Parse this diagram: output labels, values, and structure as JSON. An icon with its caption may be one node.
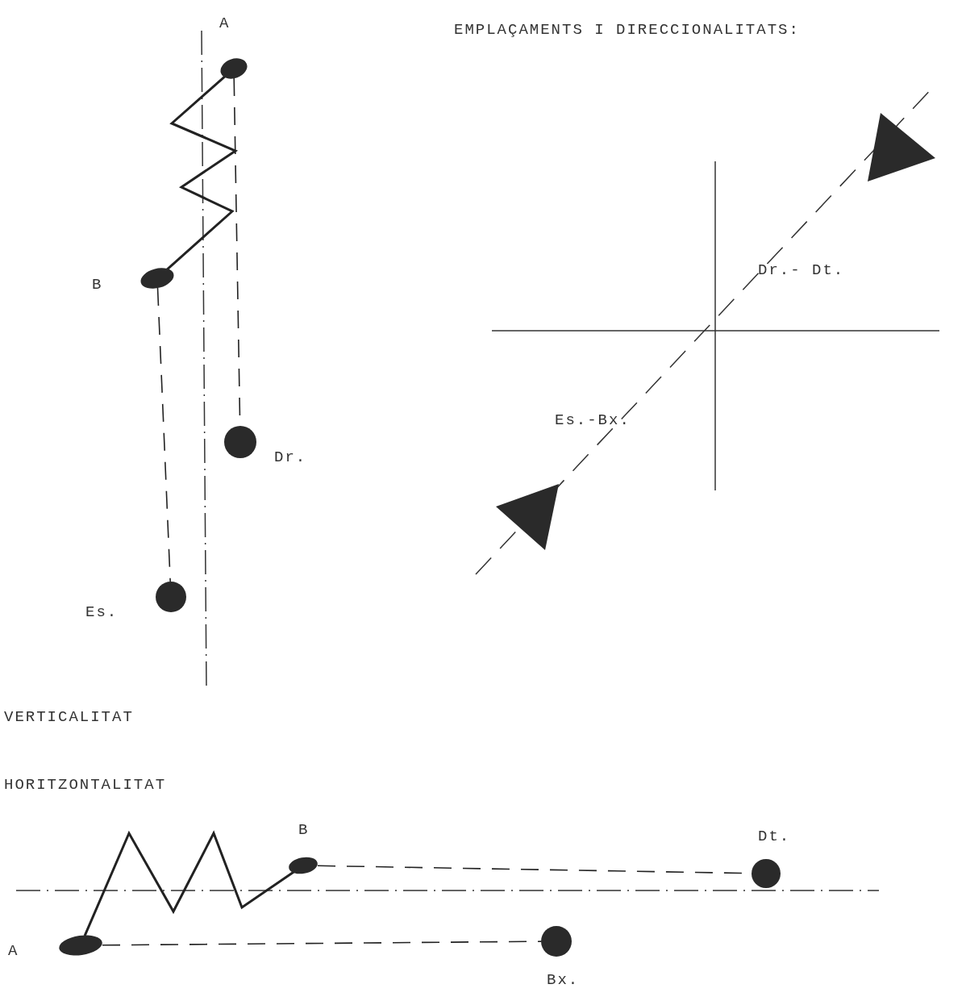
{
  "diagram": {
    "title": "EMPLAÇAMENTS I DIRECCIONALITATS:",
    "nodes": [
      {
        "text": [],
        "shape": "oval",
        "beside": [
          "A"
        ]
      },
      {
        "text": [],
        "shape": "oval",
        "beside": [
          "B"
        ]
      },
      {
        "text": [],
        "shape": "circle",
        "beside": [
          "Dr."
        ]
      },
      {
        "text": [],
        "shape": "circle",
        "beside": [
          "Es."
        ]
      },
      {
        "text": [],
        "shape": "oval",
        "beside": [
          "A"
        ]
      },
      {
        "text": [],
        "shape": "oval",
        "beside": [
          "B"
        ]
      },
      {
        "text": [],
        "shape": "circle",
        "beside": [
          "Dt."
        ]
      },
      {
        "text": [],
        "shape": "circle",
        "beside": [
          "Bx."
        ]
      }
    ],
    "edges": [
      {
        "from": 0,
        "to": 1,
        "arrow": "none"
      },
      {
        "from": 0,
        "to": 2,
        "arrow": "none",
        "style": "dashed"
      },
      {
        "from": 1,
        "to": 3,
        "arrow": "none",
        "style": "dashed"
      },
      {
        "from": 4,
        "to": 5,
        "arrow": "none"
      },
      {
        "from": 5,
        "to": 6,
        "arrow": "none",
        "style": "dashed"
      },
      {
        "from": 4,
        "to": 7,
        "arrow": "none",
        "style": "dashed"
      }
    ],
    "labels": [
      "Dr.- Dt.",
      "Es.-Bx.",
      "VERTICALITAT",
      "HORITZONTALITAT"
    ]
  }
}
